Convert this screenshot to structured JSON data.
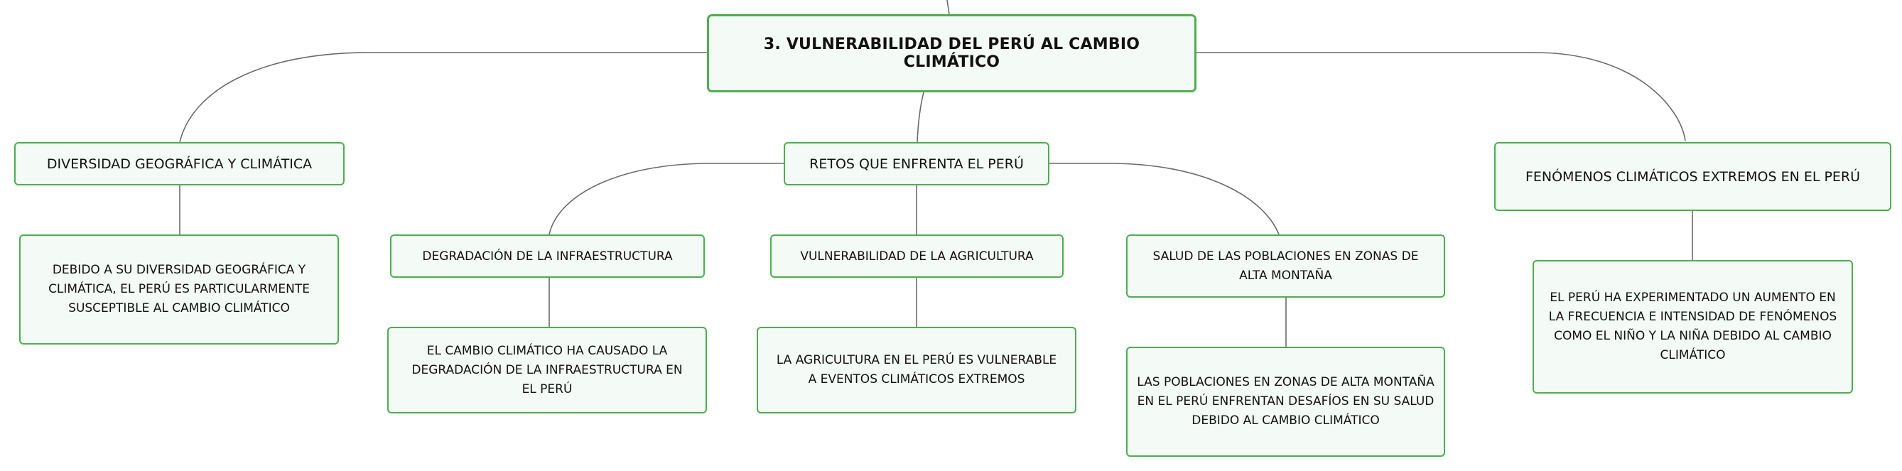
{
  "mindmap": {
    "root": {
      "text": "3. VULNERABILIDAD DEL PERÚ AL CAMBIO CLIMÁTICO"
    },
    "branches": [
      {
        "text": "DIVERSIDAD GEOGRÁFICA Y CLIMÁTICA",
        "detail": "DEBIDO A SU DIVERSIDAD GEOGRÁFICA Y CLIMÁTICA, EL PERÚ ES PARTICULARMENTE SUSCEPTIBLE AL CAMBIO CLIMÁTICO"
      },
      {
        "text": "RETOS QUE ENFRENTA EL PERÚ",
        "children": [
          {
            "text": "DEGRADACIÓN DE LA INFRAESTRUCTURA",
            "detail": "EL CAMBIO CLIMÁTICO HA CAUSADO LA DEGRADACIÓN DE LA INFRAESTRUCTURA EN EL PERÚ"
          },
          {
            "text": "VULNERABILIDAD DE LA AGRICULTURA",
            "detail": "LA AGRICULTURA EN EL PERÚ ES VULNERABLE A EVENTOS CLIMÁTICOS EXTREMOS"
          },
          {
            "text": "SALUD DE LAS POBLACIONES EN ZONAS DE ALTA MONTAÑA",
            "detail": "LAS POBLACIONES EN ZONAS DE ALTA MONTAÑA EN EL PERÚ ENFRENTAN DESAFÍOS EN SU SALUD DEBIDO AL CAMBIO CLIMÁTICO"
          }
        ]
      },
      {
        "text": "FENÓMENOS CLIMÁTICOS EXTREMOS EN EL PERÚ",
        "detail": "EL PERÚ HA EXPERIMENTADO UN AUMENTO EN LA FRECUENCIA E INTENSIDAD DE FENÓMENOS COMO EL NIÑO Y LA NIÑA DEBIDO AL CAMBIO CLIMÁTICO"
      }
    ]
  }
}
